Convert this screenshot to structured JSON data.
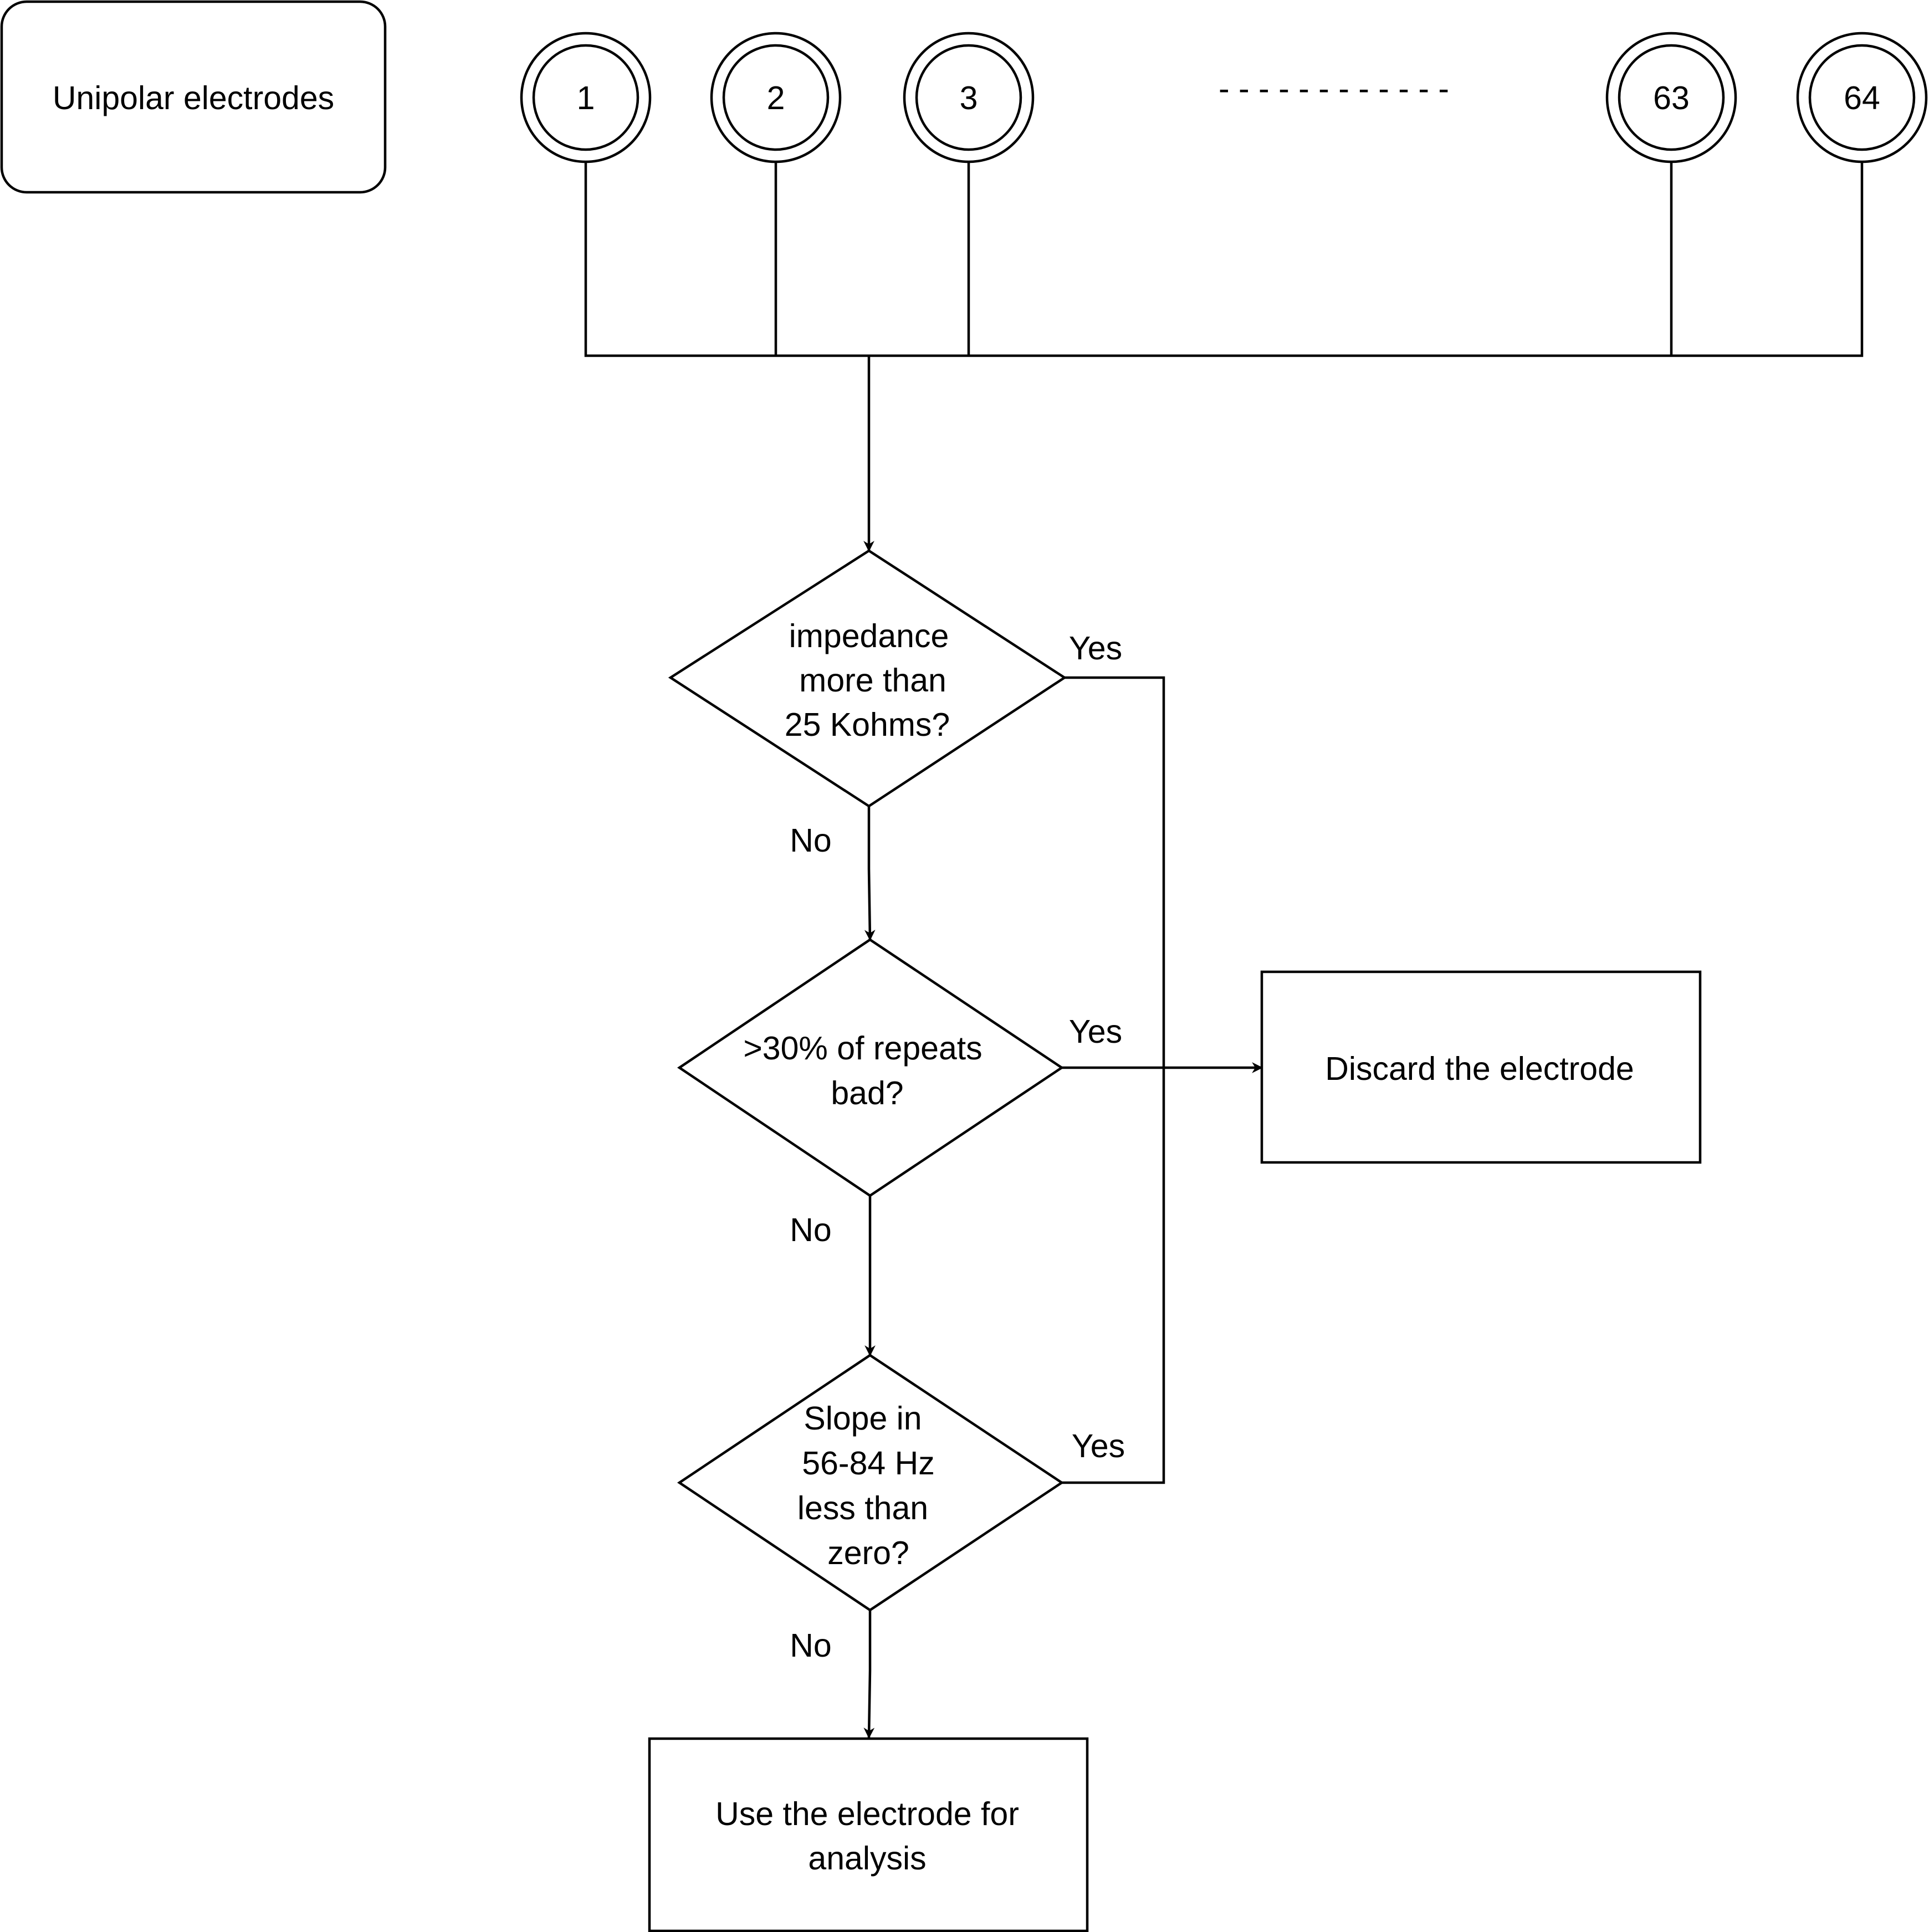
{
  "colors": {
    "line": "#000000",
    "background": "#ffffff"
  },
  "start_label": "Unipolar electrodes",
  "electrodes": [
    "1",
    "2",
    "3",
    "63",
    "64"
  ],
  "ellipsis": "- - - - - - - - - - - -",
  "decisions": [
    {
      "lines": [
        "impedance",
        "more than",
        "25 Kohms?"
      ],
      "yes": "Yes",
      "no": "No"
    },
    {
      "lines": [
        ">30% of repeats",
        "bad?"
      ],
      "yes": "Yes",
      "no": "No"
    },
    {
      "lines": [
        "Slope in",
        "56-84 Hz",
        "less than",
        "zero?"
      ],
      "yes": "Yes",
      "no": "No"
    }
  ],
  "discard": {
    "lines": [
      "Discard the electrode"
    ]
  },
  "use": {
    "lines": [
      "Use the electrode for",
      "analysis"
    ]
  }
}
